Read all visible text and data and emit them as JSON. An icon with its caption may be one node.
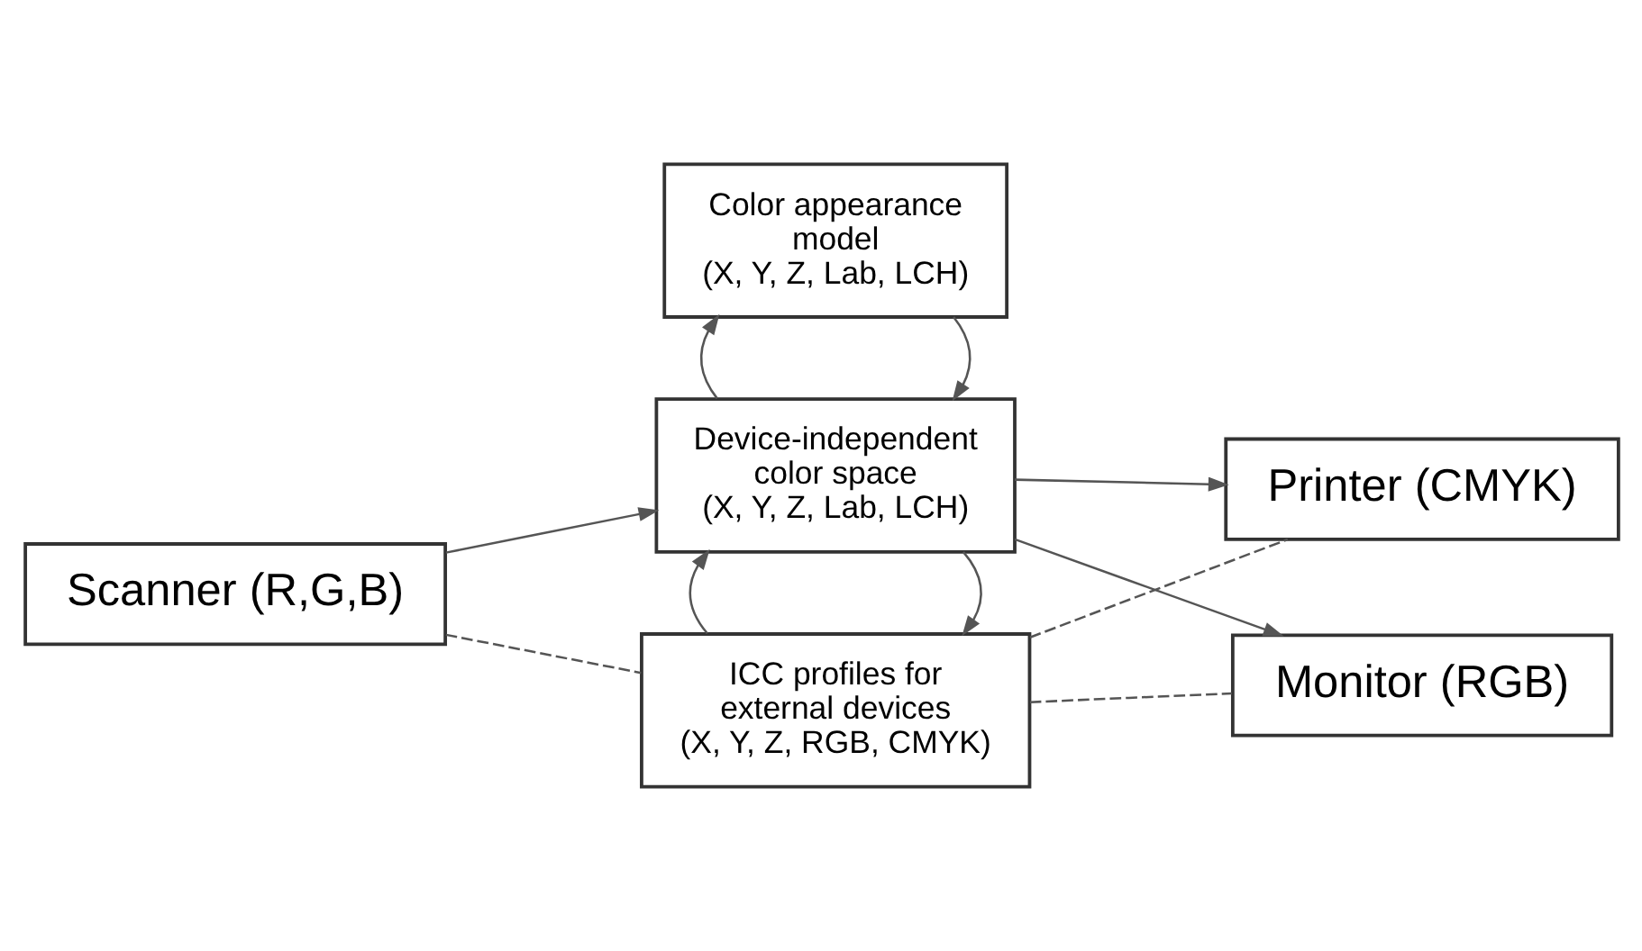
{
  "diagram": {
    "nodes": [
      {
        "text": [
          "Scanner (R,G,B)"
        ]
      },
      {
        "text": [
          "Color appearance model (X, Y, Z, Lab, LCH)"
        ]
      },
      {
        "text": [
          "Device-independent color space (X, Y, Z, Lab, LCH)"
        ]
      },
      {
        "text": [
          "ICC profiles for external devices (X, Y, Z, RGB, CMYK)"
        ]
      },
      {
        "text": [
          "Printer (CMYK)"
        ]
      },
      {
        "text": [
          "Monitor (RGB)"
        ]
      }
    ],
    "edges": [
      {
        "from": 1,
        "to": 2,
        "arrow": "to"
      },
      {
        "from": 2,
        "to": 1,
        "arrow": "to"
      },
      {
        "from": 0,
        "to": 2,
        "arrow": "to"
      },
      {
        "from": 0,
        "to": 3,
        "arrow": "none",
        "style": "dashed"
      },
      {
        "from": 2,
        "to": 4,
        "arrow": "to"
      },
      {
        "from": 2,
        "to": 5,
        "arrow": "to"
      },
      {
        "from": 2,
        "to": 3,
        "arrow": "to"
      },
      {
        "from": 3,
        "to": 2,
        "arrow": "to"
      },
      {
        "from": 3,
        "to": 4,
        "arrow": "none",
        "style": "dashed"
      },
      {
        "from": 3,
        "to": 5,
        "arrow": "none",
        "style": "dashed"
      }
    ]
  }
}
